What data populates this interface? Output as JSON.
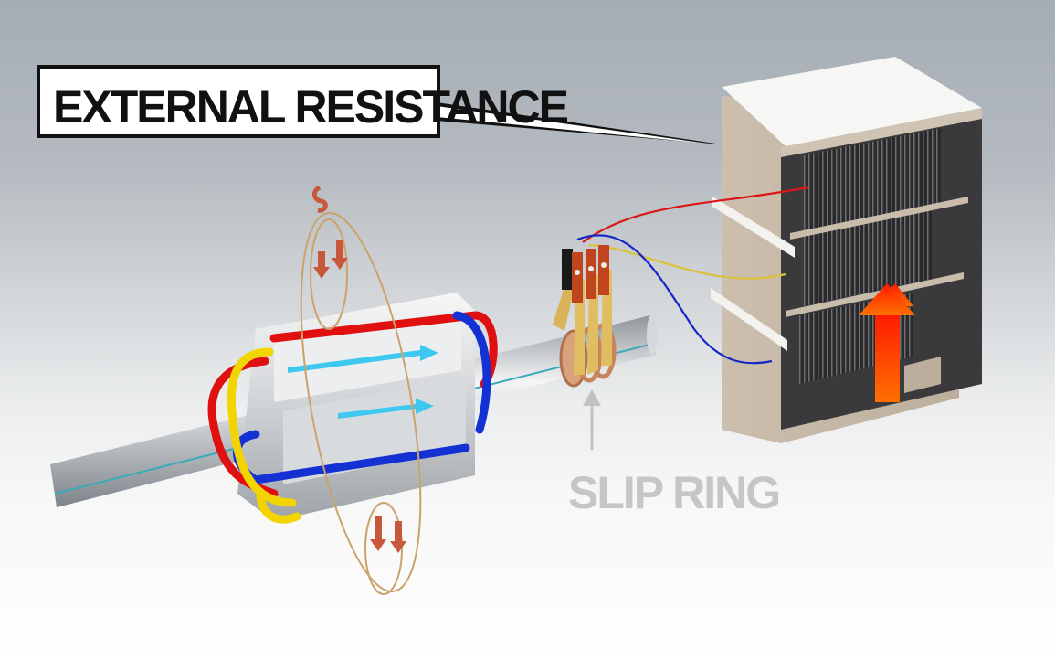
{
  "labels": {
    "external_resistance": "EXTERNAL RESISTANCE",
    "slip_ring": "SLIP RING"
  },
  "colors": {
    "callout_border": "#111111",
    "callout_fill": "#ffffff",
    "slip_label": "#c4c6c8",
    "heat_arrow_top": "#ff1a00",
    "heat_arrow_bottom": "#ff6a00",
    "wire_red": "#e01010",
    "wire_blue": "#1030d0",
    "wire_yellow": "#f2d500",
    "current_arrow": "#3ec8f0",
    "flux_arrow": "#c8583c",
    "field_lines": "#c9a36a"
  },
  "components": [
    "rotor",
    "shaft",
    "slip-ring",
    "brushes",
    "resistor-bank",
    "heat-arrow"
  ]
}
